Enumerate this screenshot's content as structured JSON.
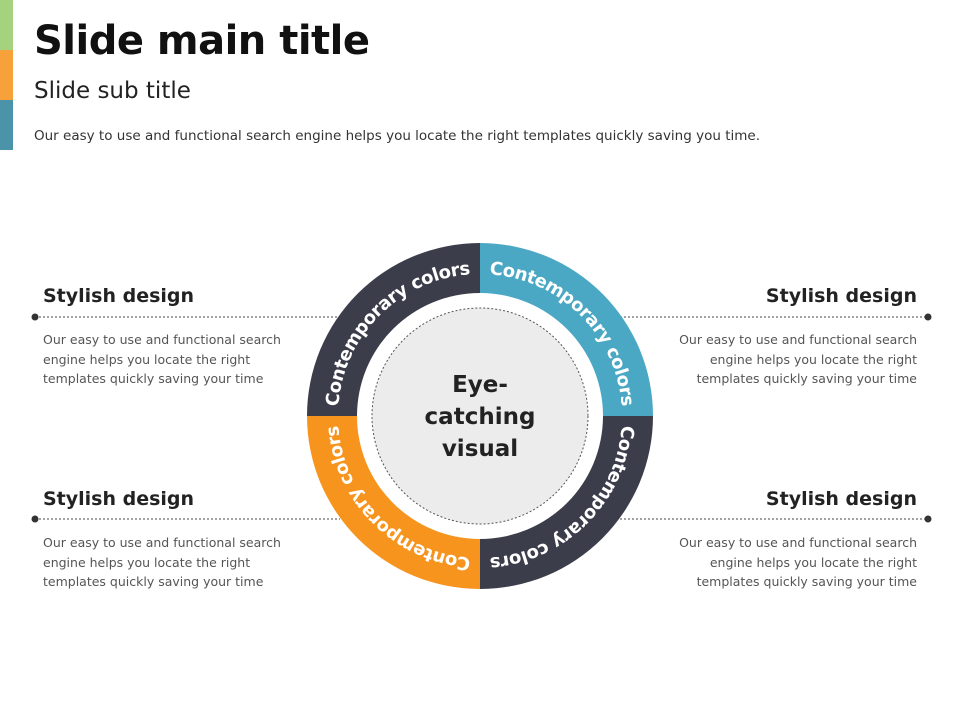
{
  "header": {
    "title": "Slide main title",
    "subtitle": "Slide sub title",
    "description": "Our easy to use and functional search engine  helps you locate the right templates quickly saving you time."
  },
  "colors": {
    "green": "#a5d27e",
    "orange": "#f7941d",
    "teal": "#4ba8c4",
    "dark": "#3b3d4a",
    "bar_teal": "#4a93a9"
  },
  "diagram": {
    "center": {
      "line1": "Eye-",
      "line2": "catching",
      "line3": "visual"
    },
    "segments": [
      {
        "label": "Contemporary colors",
        "color": "dark"
      },
      {
        "label": "Contemporary colors",
        "color": "teal"
      },
      {
        "label": "Contemporary colors",
        "color": "dark"
      },
      {
        "label": "Contemporary colors",
        "color": "orange"
      }
    ]
  },
  "items": [
    {
      "heading": "Stylish design",
      "text": "Our easy to use and functional search engine helps you locate the right templates quickly saving your time"
    },
    {
      "heading": "Stylish design",
      "text": "Our easy to use and functional search engine helps you locate the right templates quickly saving your time"
    },
    {
      "heading": "Stylish design",
      "text": "Our easy to use and functional search engine helps you locate the right templates quickly saving your time"
    },
    {
      "heading": "Stylish design",
      "text": "Our easy to use and functional search engine helps you locate the right templates quickly saving your time"
    }
  ]
}
